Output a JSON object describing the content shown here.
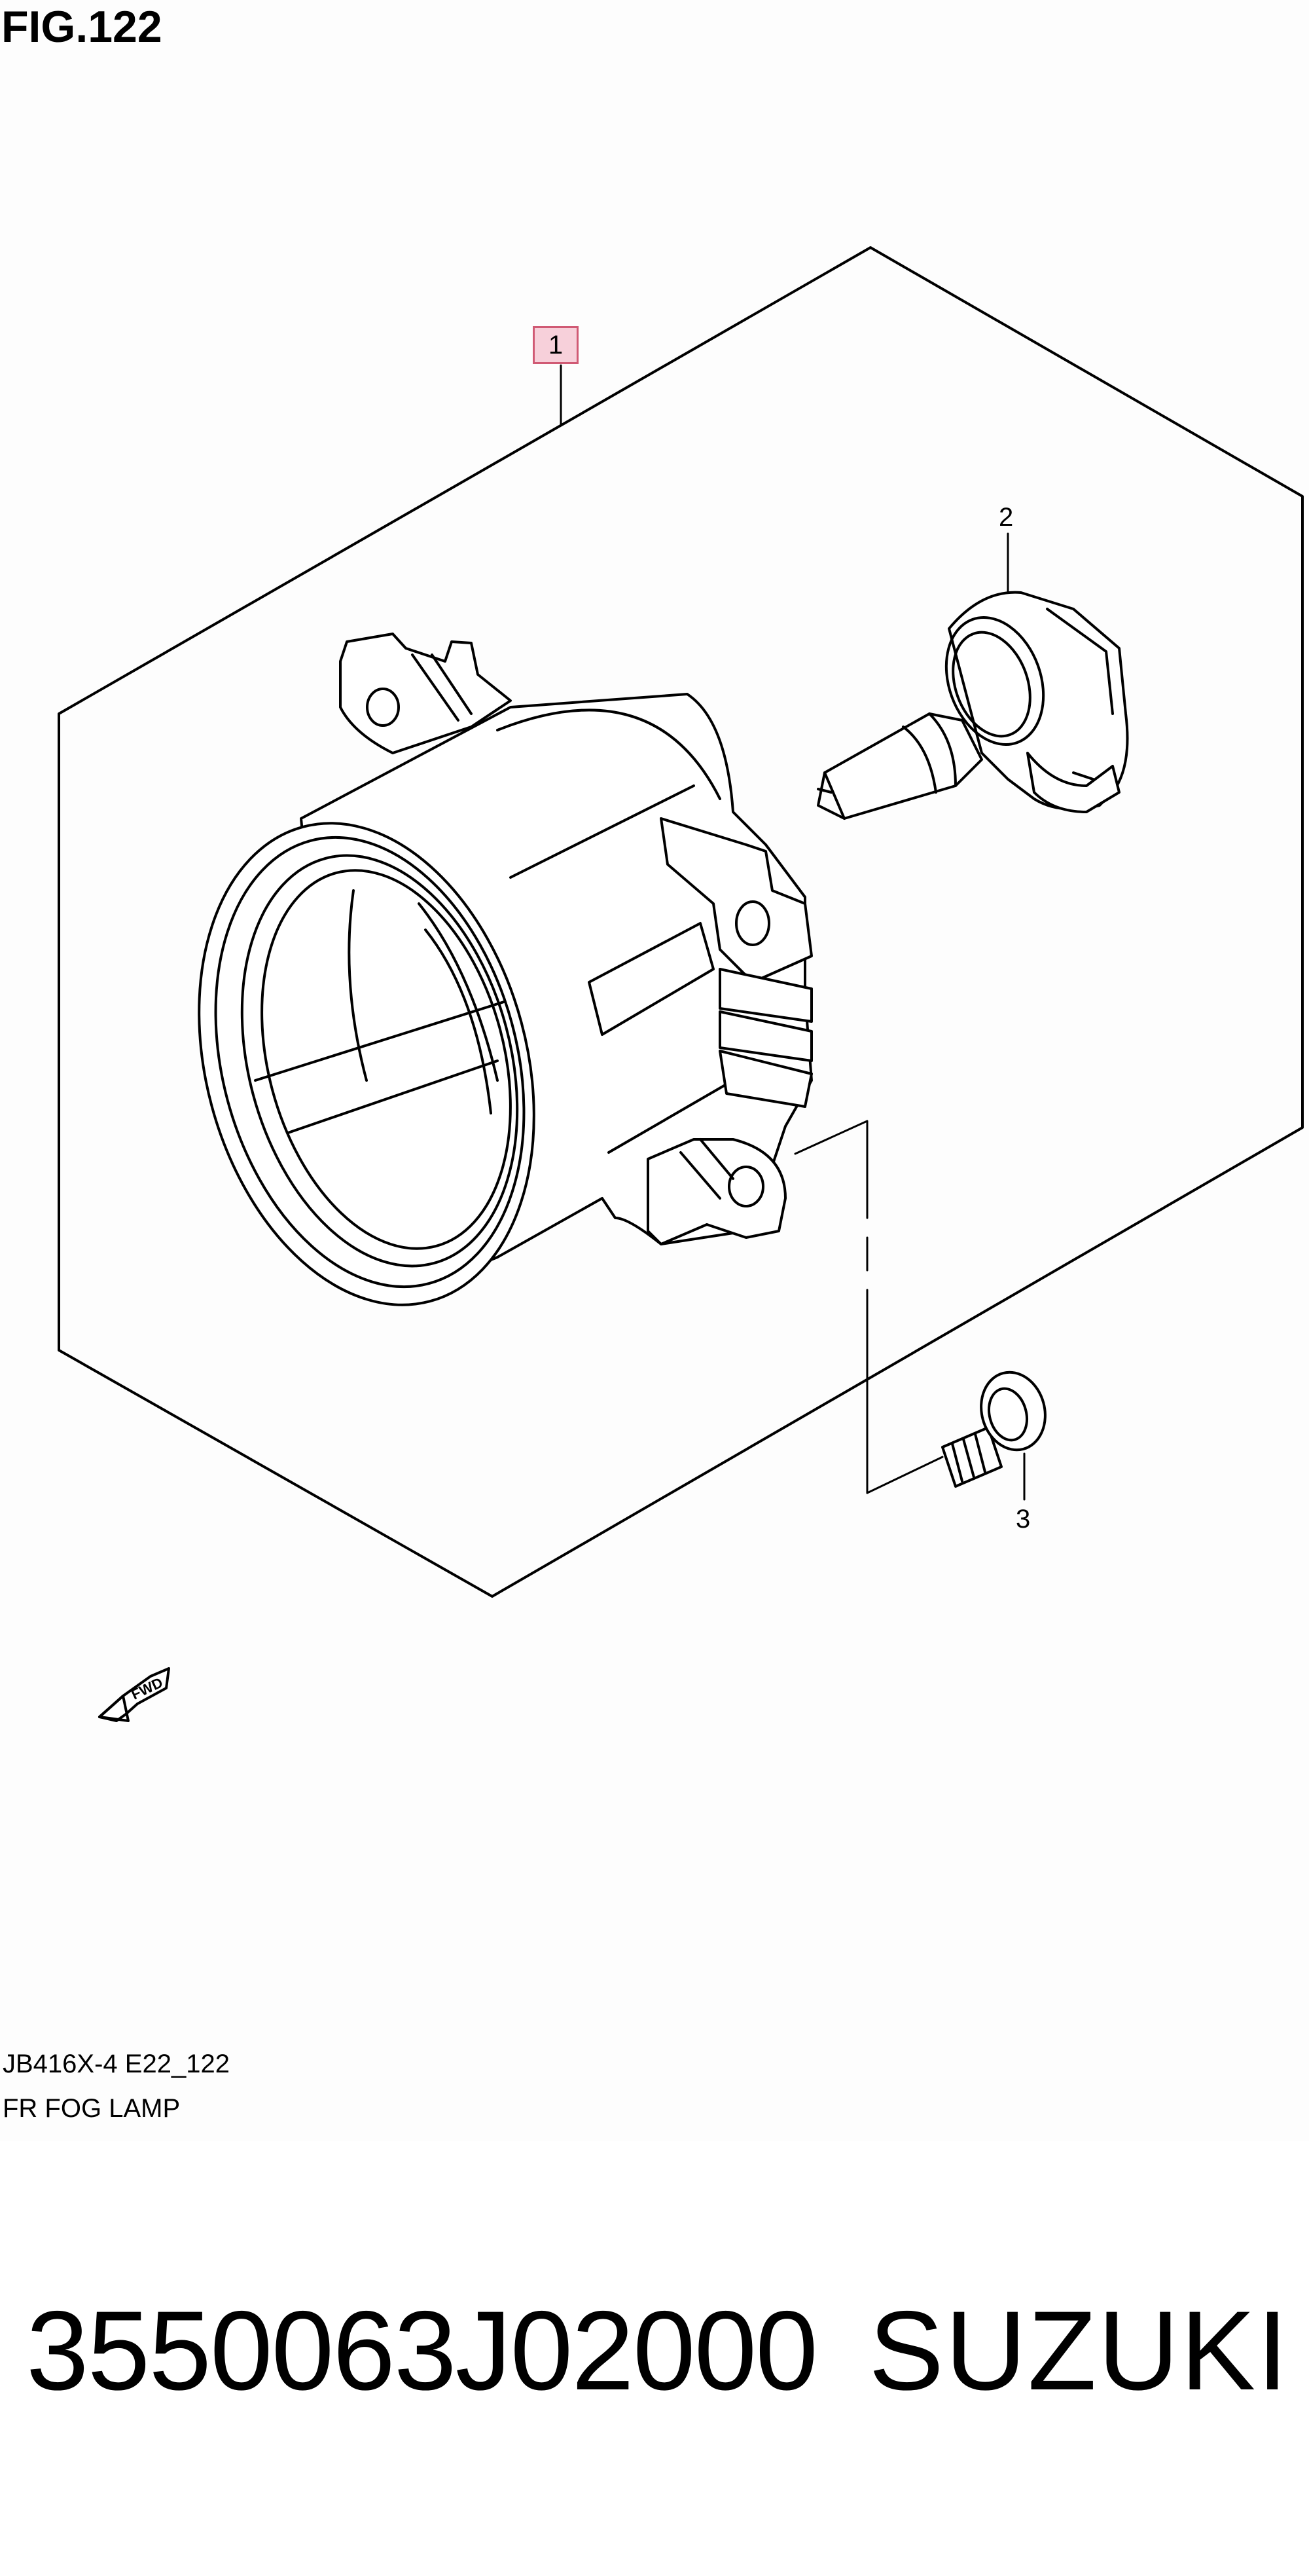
{
  "figure": {
    "title": "FIG.122"
  },
  "callouts": {
    "item1": "1",
    "item2": "2",
    "item3": "3"
  },
  "fwd_arrow": {
    "label": "FWD"
  },
  "footer": {
    "model_code": "JB416X-4 E22_122",
    "section_title": "FR FOG LAMP"
  },
  "part": {
    "number": "3550063J02000",
    "brand": "SUZUKI"
  },
  "icons": {
    "fog_lamp": "fog-lamp-housing-icon",
    "bulb": "bulb-icon",
    "screw": "screw-icon",
    "fwd": "fwd-arrow-icon"
  },
  "colors": {
    "callout_fill": "#f7d0da",
    "callout_border": "#d05a74",
    "line": "#000000",
    "background": "#ffffff"
  }
}
